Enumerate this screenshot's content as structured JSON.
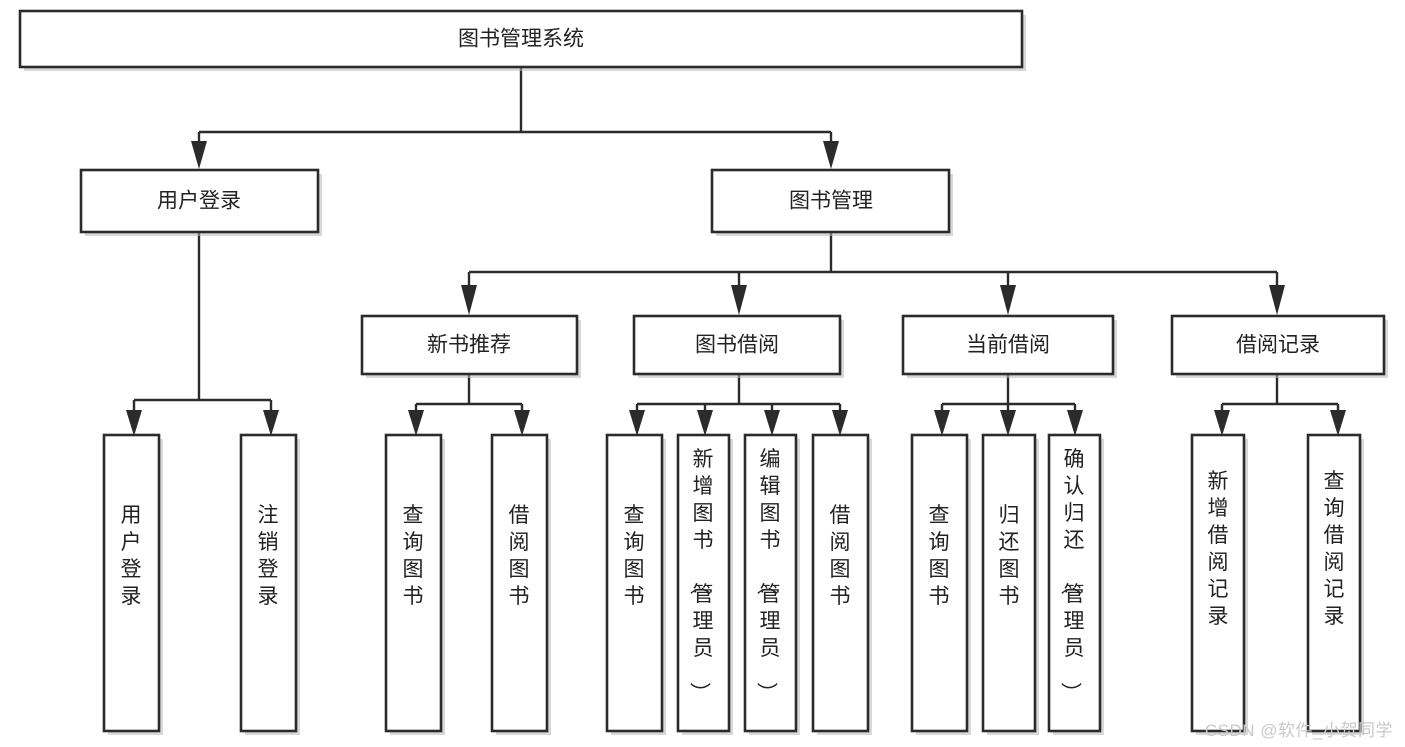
{
  "diagram": {
    "type": "tree",
    "title": "图书管理系统",
    "watermark": "CSDN @软件_小贺同学",
    "colors": {
      "box_stroke": "#2b2b2b",
      "box_fill": "#ffffff",
      "text": "#222222",
      "background": "#ffffff",
      "watermark": "#c9c9c9"
    },
    "root": {
      "label": "图书管理系统"
    },
    "level2": [
      {
        "label": "用户登录"
      },
      {
        "label": "图书管理"
      }
    ],
    "level3": [
      {
        "label": "新书推荐"
      },
      {
        "label": "图书借阅"
      },
      {
        "label": "当前借阅"
      },
      {
        "label": "借阅记录"
      }
    ],
    "leaves": {
      "user_login": [
        {
          "label": "用户登录"
        },
        {
          "label": "注销登录"
        }
      ],
      "new_book_recommend": [
        {
          "label": "查询图书"
        },
        {
          "label": "借阅图书"
        }
      ],
      "book_borrow": [
        {
          "label": "查询图书"
        },
        {
          "label": "新增图书（管理员）"
        },
        {
          "label": "编辑图书（管理员）"
        },
        {
          "label": "借阅图书"
        }
      ],
      "current_borrow": [
        {
          "label": "查询图书"
        },
        {
          "label": "归还图书"
        },
        {
          "label": "确认归还（管理员）"
        }
      ],
      "borrow_records": [
        {
          "label": "新增借阅记录"
        },
        {
          "label": "查询借阅记录"
        }
      ]
    }
  }
}
